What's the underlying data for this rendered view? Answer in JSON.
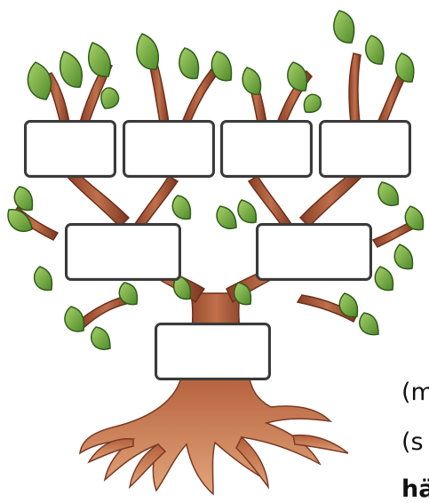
{
  "generation_boxes": {
    "grandparents_count": 4,
    "parents_count": 2,
    "self_count": 1
  },
  "side_text": {
    "line1": "(m",
    "line2": "(s",
    "line3": "hä"
  },
  "colors": {
    "leaf_fill": "#7fb34a",
    "leaf_dark": "#3f6f22",
    "trunk_fill": "#b05b3b",
    "trunk_dark": "#7a3a24",
    "root_fill": "#d4895c",
    "box_border": "#3a3a3a"
  }
}
